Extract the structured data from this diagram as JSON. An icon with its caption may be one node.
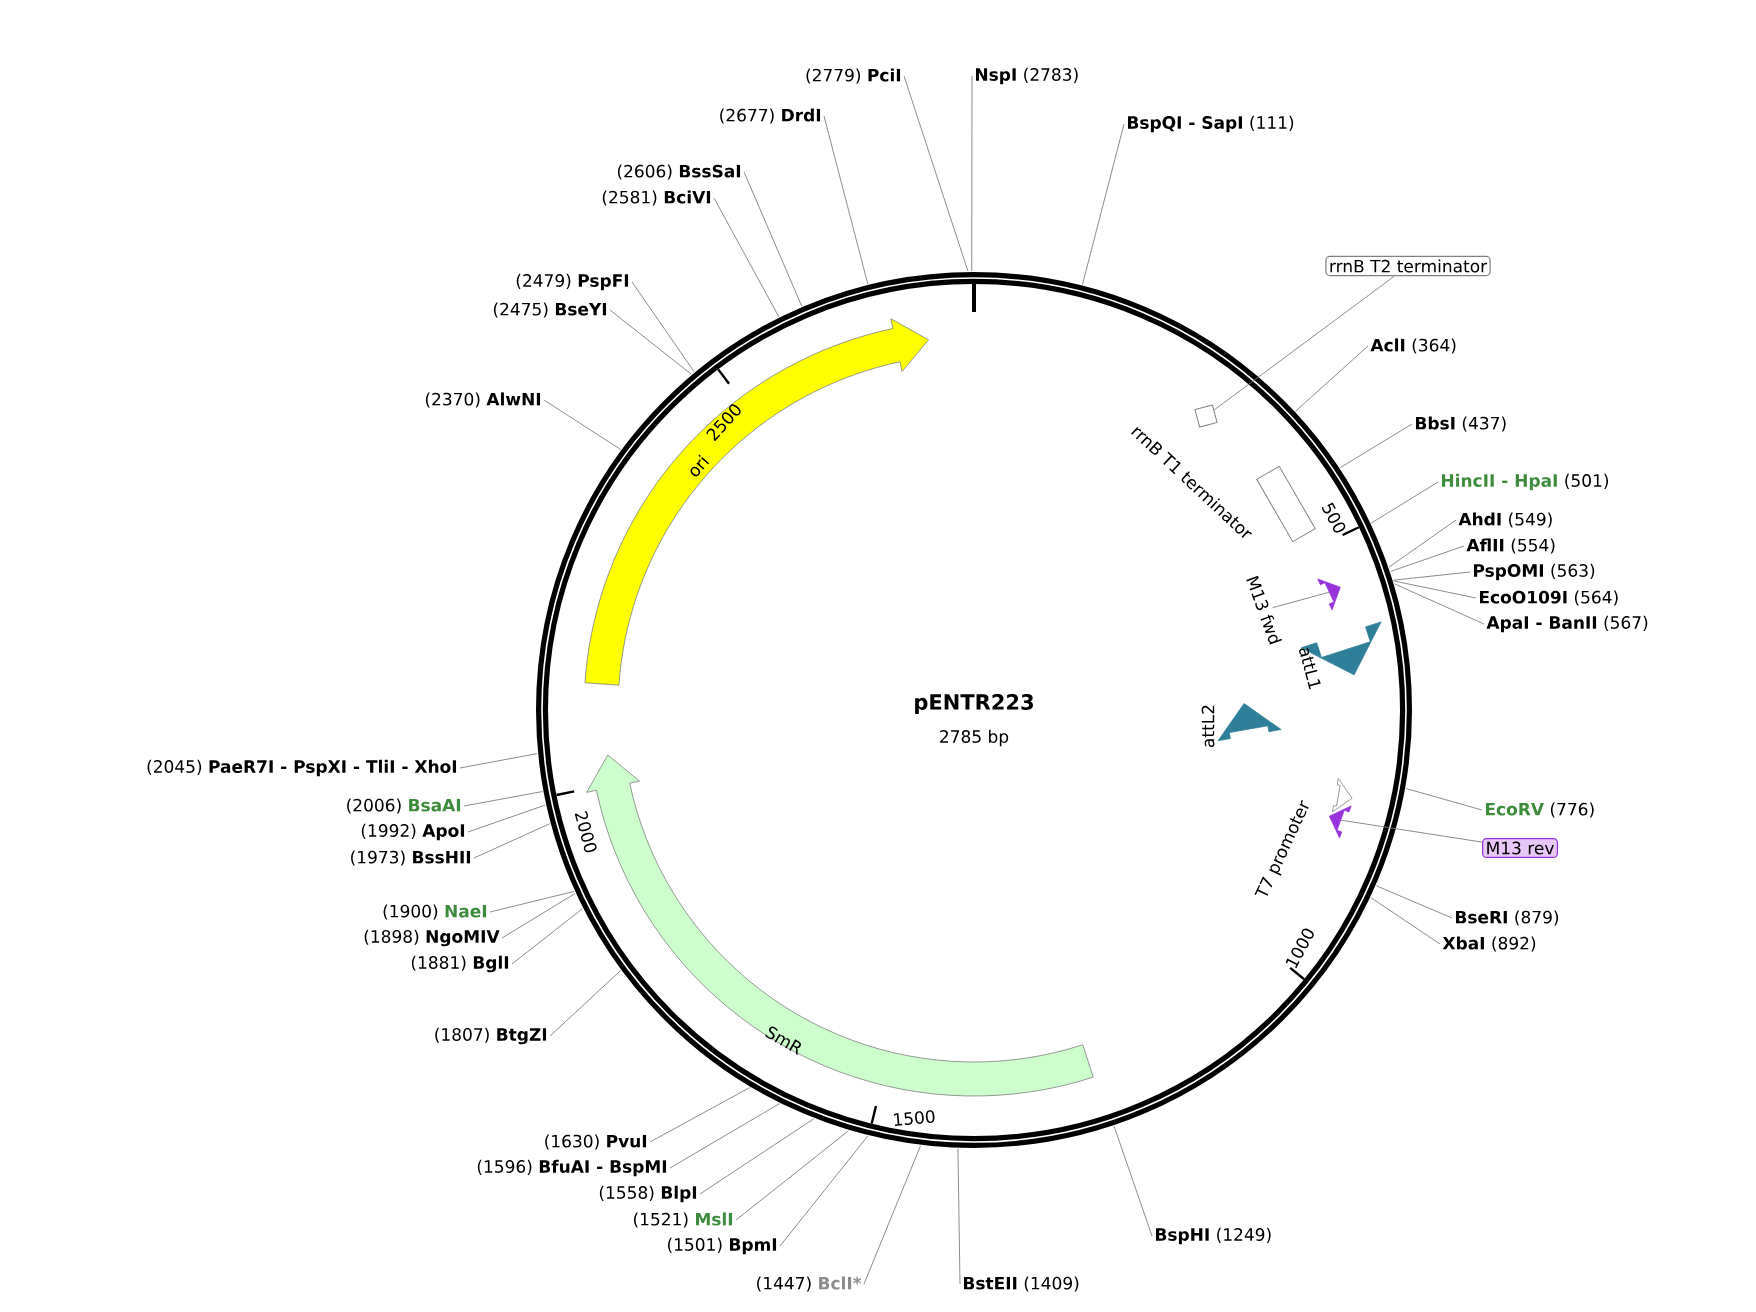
{
  "diagram": {
    "title": "pENTR223",
    "nodes": [
      {
        "text": [
          "(2779)",
          "PciI"
        ]
      },
      {
        "text": [
          "NspI",
          "(2783)"
        ]
      },
      {
        "text": [
          "BspQI - SapI",
          "(111)"
        ]
      },
      {
        "text": [
          "rrnB T2 terminator"
        ]
      },
      {
        "text": [],
        "shape": "box"
      },
      {
        "text": [
          "AclI",
          "(364)"
        ]
      },
      {
        "text": [
          "BbsI",
          "(437)"
        ]
      },
      {
        "text": [
          "HincII - HpaI",
          "(501)"
        ]
      },
      {
        "text": [
          "AhdI",
          "(549)"
        ]
      },
      {
        "text": [
          "AflII",
          "(554)"
        ]
      },
      {
        "text": [
          "PspOMI",
          "(563)"
        ]
      },
      {
        "text": [
          "EcoO109I",
          "(564)"
        ]
      },
      {
        "text": [
          "ApaI - BanII",
          "(567)"
        ]
      },
      {
        "text": [],
        "shape": "box",
        "beside": [
          "rrnB T1 terminator"
        ]
      },
      {
        "text": [
          "M13 fwd"
        ]
      },
      {
        "text": [],
        "shape": "arrow"
      },
      {
        "text": [],
        "shape": "arrow",
        "beside": [
          "attL1"
        ]
      },
      {
        "text": [],
        "shape": "arrow",
        "beside": [
          "attL2"
        ]
      },
      {
        "text": [],
        "shape": "arrow",
        "beside": [
          "T7 promoter"
        ]
      },
      {
        "text": [],
        "shape": "arrow"
      },
      {
        "text": [
          "EcoRV",
          "(776)"
        ]
      },
      {
        "text": [
          "M13 rev"
        ]
      },
      {
        "text": [
          "BseRI",
          "(879)"
        ]
      },
      {
        "text": [
          "XbaI",
          "(892)"
        ]
      },
      {
        "text": [
          "BspHI",
          "(1249)"
        ]
      },
      {
        "text": [
          "BstEII",
          "(1409)"
        ]
      },
      {
        "text": [
          "(1447)",
          "BclI*"
        ]
      },
      {
        "text": [
          "(1501)",
          "BpmI"
        ]
      },
      {
        "text": [
          "(1521)",
          "MslI"
        ]
      },
      {
        "text": [
          "(1558)",
          "BlpI"
        ]
      },
      {
        "text": [
          "(1596)",
          "BfuAI - BspMI"
        ]
      },
      {
        "text": [
          "(1630)",
          "PvuI"
        ]
      },
      {
        "text": [
          "SmR"
        ]
      },
      {
        "text": [
          "(1807)",
          "BtgZI"
        ]
      },
      {
        "text": [
          "(1881)",
          "BglI"
        ]
      },
      {
        "text": [
          "(1898)",
          "NgoMIV"
        ]
      },
      {
        "text": [
          "(1900)",
          "NaeI"
        ]
      },
      {
        "text": [
          "(1973)",
          "BssHII"
        ]
      },
      {
        "text": [
          "(1992)",
          "ApoI"
        ]
      },
      {
        "text": [
          "(2006)",
          "BsaAI"
        ]
      },
      {
        "text": [
          "(2045)",
          "PaeR7I - PspXI - TliI - XhoI"
        ]
      },
      {
        "text": [
          "ori"
        ]
      },
      {
        "text": [
          "(2370)",
          "AlwNI"
        ]
      },
      {
        "text": [
          "(2475)",
          "BseYI"
        ]
      },
      {
        "text": [
          "(2479)",
          "PspFI"
        ]
      },
      {
        "text": [
          "(2581)",
          "BciVI"
        ]
      },
      {
        "text": [
          "(2606)",
          "BssSaI"
        ]
      },
      {
        "text": [
          "(2677)",
          "DrdI"
        ]
      }
    ],
    "edges": [
      {
        "from": 0,
        "to": null,
        "arrow": "none"
      },
      {
        "from": 1,
        "to": null,
        "arrow": "none"
      },
      {
        "from": 2,
        "to": null,
        "arrow": "none"
      },
      {
        "from": 3,
        "to": 4,
        "arrow": "none"
      },
      {
        "from": 5,
        "to": null,
        "arrow": "none"
      },
      {
        "from": 6,
        "to": null,
        "arrow": "none"
      },
      {
        "from": 7,
        "to": null,
        "arrow": "none"
      },
      {
        "from": 8,
        "to": null,
        "arrow": "none"
      },
      {
        "from": 9,
        "to": null,
        "arrow": "none"
      },
      {
        "from": 10,
        "to": null,
        "arrow": "none"
      },
      {
        "from": 11,
        "to": null,
        "arrow": "none"
      },
      {
        "from": 12,
        "to": null,
        "arrow": "none"
      },
      {
        "from": 14,
        "to": 15,
        "arrow": "none"
      },
      {
        "from": 20,
        "to": null,
        "arrow": "none"
      },
      {
        "from": 21,
        "to": 19,
        "arrow": "none"
      },
      {
        "from": 22,
        "to": null,
        "arrow": "none"
      },
      {
        "from": 23,
        "to": null,
        "arrow": "none"
      },
      {
        "from": 24,
        "to": null,
        "arrow": "none"
      },
      {
        "from": 25,
        "to": null,
        "arrow": "none"
      },
      {
        "from": 26,
        "to": null,
        "arrow": "none"
      },
      {
        "from": 27,
        "to": null,
        "arrow": "none"
      },
      {
        "from": 28,
        "to": null,
        "arrow": "none"
      },
      {
        "from": 29,
        "to": null,
        "arrow": "none"
      },
      {
        "from": 30,
        "to": null,
        "arrow": "none"
      },
      {
        "from": 31,
        "to": null,
        "arrow": "none"
      },
      {
        "from": 33,
        "to": null,
        "arrow": "none"
      },
      {
        "from": 34,
        "to": null,
        "arrow": "none"
      },
      {
        "from": 35,
        "to": null,
        "arrow": "none"
      },
      {
        "from": 36,
        "to": null,
        "arrow": "none"
      },
      {
        "from": 37,
        "to": null,
        "arrow": "none"
      },
      {
        "from": 38,
        "to": null,
        "arrow": "none"
      },
      {
        "from": 39,
        "to": null,
        "arrow": "none"
      },
      {
        "from": 40,
        "to": null,
        "arrow": "none"
      },
      {
        "from": 42,
        "to": null,
        "arrow": "none"
      },
      {
        "from": 43,
        "to": null,
        "arrow": "none"
      },
      {
        "from": 44,
        "to": null,
        "arrow": "none"
      },
      {
        "from": 45,
        "to": null,
        "arrow": "none"
      },
      {
        "from": 46,
        "to": null,
        "arrow": "none"
      },
      {
        "from": 47,
        "to": null,
        "arrow": "none"
      }
    ],
    "labels": [
      "2785 bp",
      "500",
      "1000",
      "1500",
      "2000",
      "2500"
    ]
  }
}
